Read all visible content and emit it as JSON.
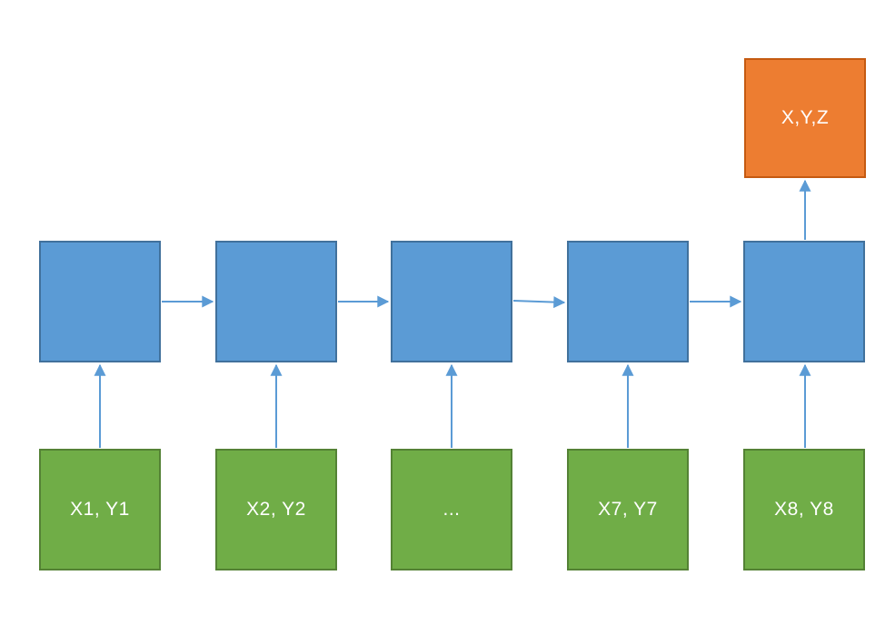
{
  "diagram": {
    "type": "sequence-network-diagram",
    "background_color": "#FFFFFF",
    "label_text_color": "#FFFFFF",
    "arrow_color": "#5B9BD5",
    "output_node": {
      "label": "X,Y,Z",
      "fill": "#ED7D31",
      "border": "#C55A11"
    },
    "hidden_style": {
      "fill": "#5B9BD5",
      "border": "#41719C"
    },
    "hidden_nodes": [
      {
        "label": ""
      },
      {
        "label": ""
      },
      {
        "label": ""
      },
      {
        "label": ""
      },
      {
        "label": ""
      }
    ],
    "input_style": {
      "fill": "#70AD47",
      "border": "#548235"
    },
    "input_nodes": [
      {
        "label": "X1, Y1"
      },
      {
        "label": "X2, Y2"
      },
      {
        "label": "..."
      },
      {
        "label": "X7, Y7"
      },
      {
        "label": "X8, Y8"
      }
    ],
    "connections": {
      "horizontal": "hidden[i] -> hidden[i+1]",
      "vertical_inputs": "input[i] -> hidden[i]",
      "vertical_output": "hidden[5] -> output"
    }
  }
}
